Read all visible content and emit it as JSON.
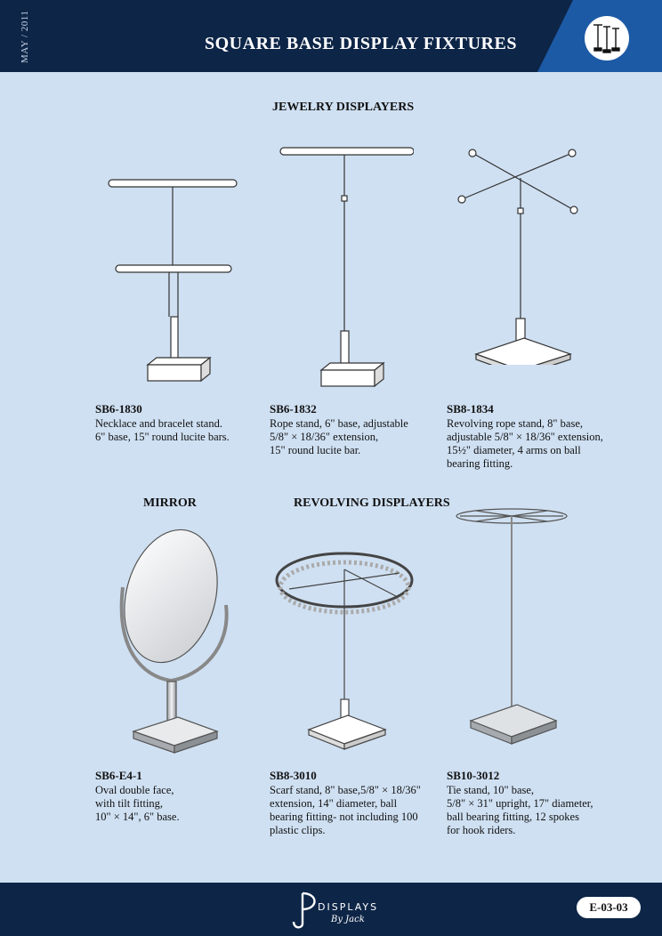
{
  "header": {
    "date": "MAY / 2011",
    "title": "SQUARE BASE DISPLAY FIXTURES"
  },
  "sections": {
    "jewelry": "JEWELRY DISPLAYERS",
    "mirror": "MIRROR",
    "revolving": "REVOLVING DISPLAYERS"
  },
  "items": [
    {
      "code": "SB6-1830",
      "desc": "Necklace and bracelet stand.\n6\" base, 15\" round lucite bars."
    },
    {
      "code": "SB6-1832",
      "desc": "Rope stand, 6\" base, adjustable\n5/8\" × 18/36\" extension,\n15\" round lucite bar."
    },
    {
      "code": "SB8-1834",
      "desc": "Revolving rope stand, 8\" base,\nadjustable 5/8\" × 18/36\" extension,\n15½\" diameter, 4 arms on ball\nbearing fitting."
    },
    {
      "code": "SB6-E4-1",
      "desc": "Oval double face,\nwith tilt fitting,\n10\" × 14\", 6\" base."
    },
    {
      "code": "SB8-3010",
      "desc": "Scarf stand, 8\" base,5/8\" × 18/36\"\nextension, 14\" diameter, ball\nbearing fitting- not including 100\nplastic clips."
    },
    {
      "code": "SB10-3012",
      "desc": "Tie stand, 10\" base,\n5/8\" × 31\" upright, 17\" diameter,\nball bearing fitting, 12 spokes\nfor hook riders."
    }
  ],
  "footer": {
    "brand_line1": "DISPLAYS",
    "brand_line2": "By Jack",
    "page_number": "E-03-03"
  },
  "icons": {
    "badge": "stands-icon",
    "brand": "jp-logo-icon"
  },
  "colors": {
    "background": "#cfe0f2",
    "header": "#0d2547",
    "accent": "#1d5aa6"
  }
}
